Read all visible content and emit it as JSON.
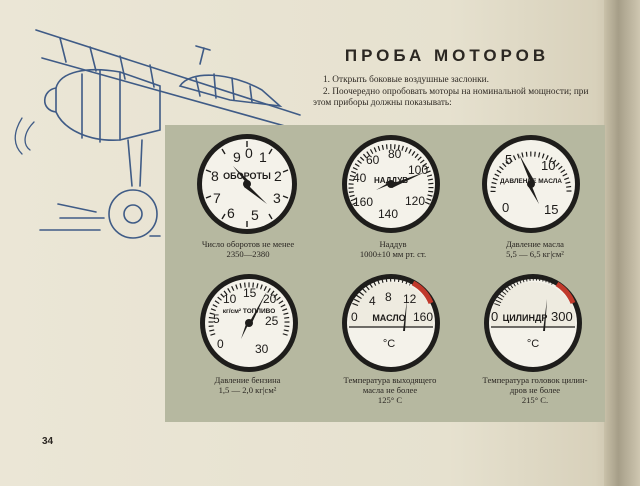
{
  "page": {
    "title": "ПРОБА МОТОРОВ",
    "instructions": [
      "1. Открыть боковые воздушные заслонки.",
      "2. Поочередно опробовать моторы на номинальной мощности; при этом приборы должны показывать:"
    ],
    "page_number": "34"
  },
  "gauges": [
    {
      "id": "rpm",
      "dial_label": "ОБОРОТЫ",
      "ticks": [
        "9",
        "0",
        "1",
        "8",
        "2",
        "7",
        "3",
        "6",
        "5",
        "4"
      ],
      "caption": "Число оборотов не менее\n2350—2380"
    },
    {
      "id": "boost",
      "dial_label": "НАДДУВ",
      "ticks": [
        "60",
        "80",
        "40",
        "100",
        "160",
        "120",
        "140"
      ],
      "caption": "Наддув\n1000±10 мм рт. ст."
    },
    {
      "id": "oil_pressure",
      "dial_label": "ДАВЛЕНИЕ МАСЛА",
      "ticks": [
        "5",
        "10",
        "0",
        "15"
      ],
      "caption": "Давление масла\n5,5 — 6,5 кг|см²"
    },
    {
      "id": "fuel_pressure",
      "dial_label": "кг/см² ТОПЛИВО",
      "ticks": [
        "10",
        "15",
        "5",
        "20",
        "25",
        "0",
        "30"
      ],
      "caption": "Давление бензина\n1,5 — 2,0 кг|см²"
    },
    {
      "id": "oil_temp",
      "dial_label": "МАСЛО",
      "unit": "°C",
      "ticks": [
        "4",
        "8",
        "12",
        "0",
        "160"
      ],
      "caption": "Температура выходящего\nмасла не более\n125° С"
    },
    {
      "id": "cyl_temp",
      "dial_label": "ЦИЛИНДР",
      "unit": "°C",
      "ticks": [
        "0",
        "300"
      ],
      "caption": "Температура головок цилин-\nдров не более\n215° С."
    }
  ]
}
